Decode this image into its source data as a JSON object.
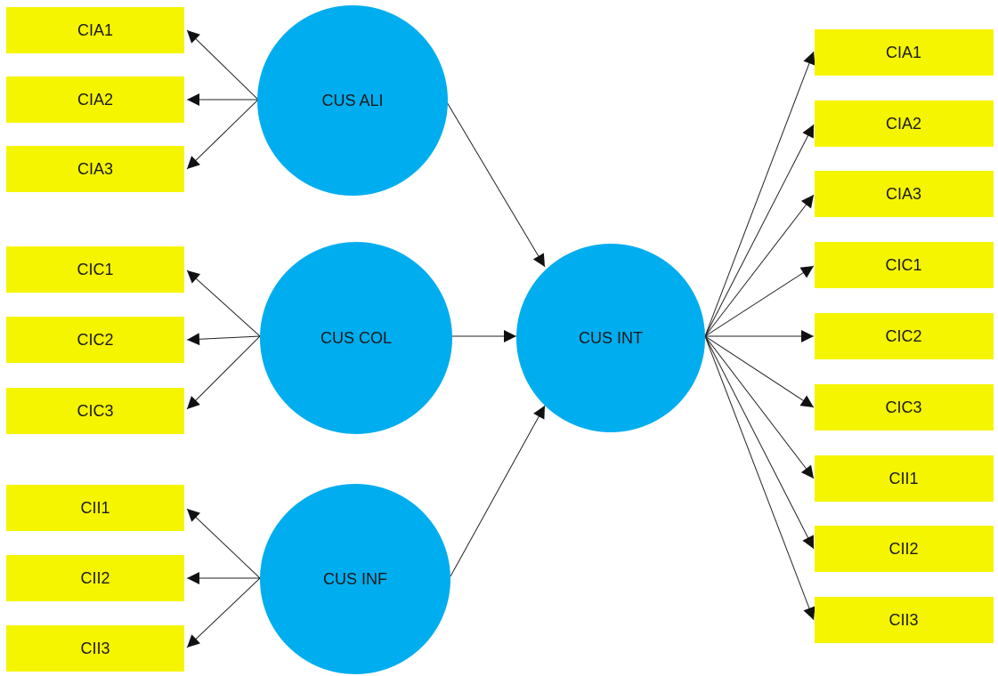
{
  "colors": {
    "indicator_fill": "#f5f500",
    "construct_fill": "#00adef",
    "edge_stroke": "#222222"
  },
  "constructs": {
    "cus_ali": "CUS ALI",
    "cus_col": "CUS COL",
    "cus_inf": "CUS INF",
    "cus_int": "CUS INT"
  },
  "left_indicators": {
    "cus_ali": [
      "CIA1",
      "CIA2",
      "CIA3"
    ],
    "cus_col": [
      "CIC1",
      "CIC2",
      "CIC3"
    ],
    "cus_inf": [
      "CII1",
      "CII2",
      "CII3"
    ]
  },
  "right_indicators": [
    "CIA1",
    "CIA2",
    "CIA3",
    "CIC1",
    "CIC2",
    "CIC3",
    "CII1",
    "CII2",
    "CII3"
  ],
  "edges": [
    {
      "from": "cus_ali",
      "to": "cus_int"
    },
    {
      "from": "cus_col",
      "to": "cus_int"
    },
    {
      "from": "cus_inf",
      "to": "cus_int"
    }
  ]
}
